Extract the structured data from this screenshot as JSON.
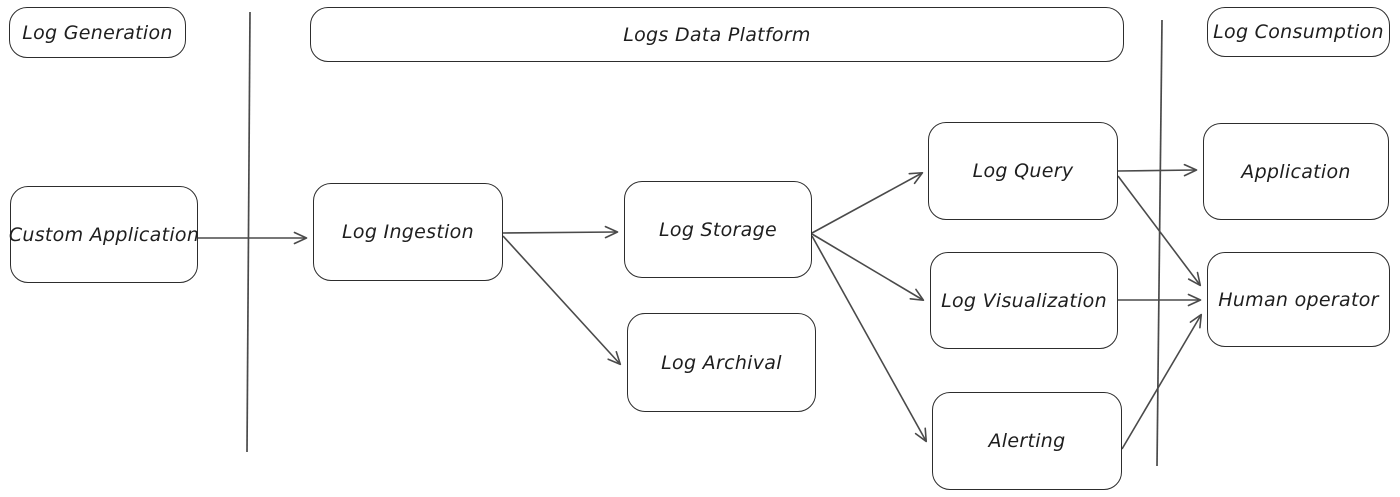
{
  "diagram": {
    "type": "flowchart",
    "style": "hand-drawn",
    "sections": {
      "generation": {
        "label": "Log Generation"
      },
      "platform": {
        "label": "Logs Data Platform"
      },
      "consumption": {
        "label": "Log Consumption"
      }
    },
    "nodes": {
      "custom_application": {
        "label": "Custom Application",
        "section": "Log Generation"
      },
      "log_ingestion": {
        "label": "Log Ingestion",
        "section": "Logs Data Platform"
      },
      "log_storage": {
        "label": "Log Storage",
        "section": "Logs Data Platform"
      },
      "log_archival": {
        "label": "Log Archival",
        "section": "Logs Data Platform"
      },
      "log_query": {
        "label": "Log Query",
        "section": "Logs Data Platform"
      },
      "log_visualization": {
        "label": "Log Visualization",
        "section": "Logs Data Platform"
      },
      "alerting": {
        "label": "Alerting",
        "section": "Logs Data Platform"
      },
      "application": {
        "label": "Application",
        "section": "Log Consumption"
      },
      "human_operator": {
        "label": "Human operator",
        "section": "Log Consumption"
      }
    },
    "edges": [
      {
        "from": "Custom Application",
        "to": "Log Ingestion"
      },
      {
        "from": "Log Ingestion",
        "to": "Log Storage"
      },
      {
        "from": "Log Ingestion",
        "to": "Log Archival"
      },
      {
        "from": "Log Storage",
        "to": "Log Query"
      },
      {
        "from": "Log Storage",
        "to": "Log Visualization"
      },
      {
        "from": "Log Storage",
        "to": "Alerting"
      },
      {
        "from": "Log Query",
        "to": "Application"
      },
      {
        "from": "Log Query",
        "to": "Human operator"
      },
      {
        "from": "Log Visualization",
        "to": "Human operator"
      },
      {
        "from": "Alerting",
        "to": "Human operator"
      }
    ],
    "colors": {
      "box_stroke": "#2d2d2d",
      "arrow_stroke": "#4a4a4a",
      "text": "#1e1e1e",
      "background": "#ffffff"
    }
  }
}
